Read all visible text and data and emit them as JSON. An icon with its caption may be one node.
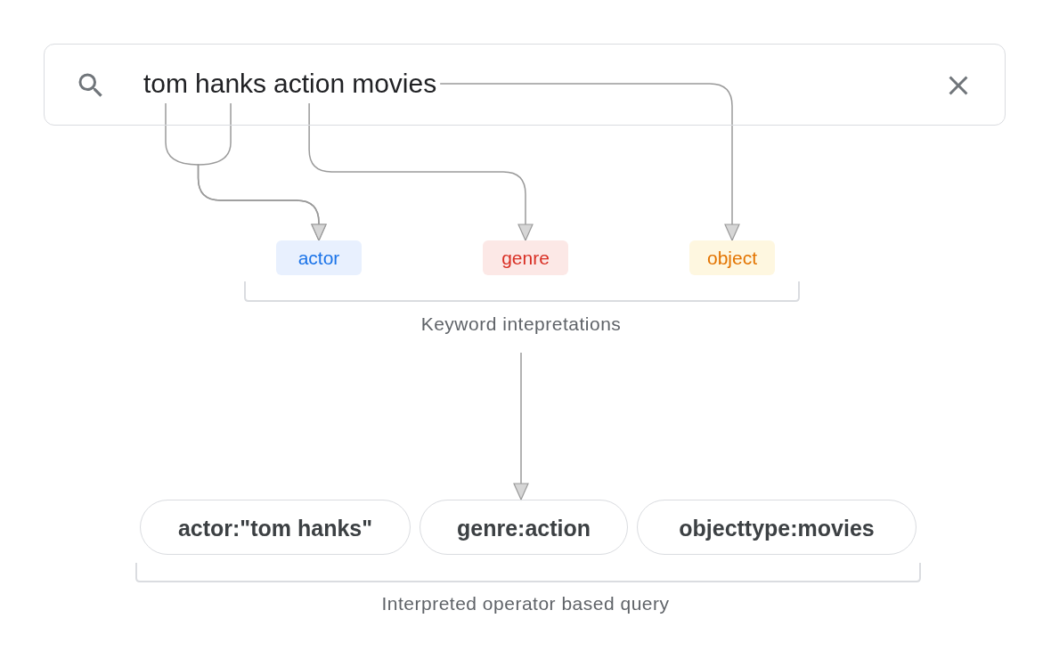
{
  "diagram": {
    "nodes": [
      {
        "text": [],
        "shape": "box"
      },
      {
        "text": [
          "tom"
        ],
        "in": 0
      },
      {
        "text": [
          "hanks"
        ],
        "in": 0
      },
      {
        "text": [
          "action"
        ],
        "in": 0
      },
      {
        "text": [
          "movies"
        ],
        "in": 0
      },
      {
        "text": [
          "actor"
        ]
      },
      {
        "text": [
          "genre"
        ]
      },
      {
        "text": [
          "object"
        ]
      },
      {
        "text": [
          "Keyword intepretations"
        ]
      },
      {
        "text": [
          "actor:\"tom hanks\""
        ]
      },
      {
        "text": [
          "genre:action"
        ]
      },
      {
        "text": [
          "objecttype:movies"
        ]
      }
    ],
    "edges": [
      {
        "from": 1,
        "to": 5,
        "arrow": "to"
      },
      {
        "from": 2,
        "to": 5,
        "arrow": "to"
      },
      {
        "from": 3,
        "to": 6,
        "arrow": "to"
      },
      {
        "from": 4,
        "to": 7,
        "arrow": "to"
      },
      {
        "from": 8,
        "to": 10,
        "arrow": "to"
      }
    ],
    "labels": [
      "Interpreted operator based query"
    ]
  }
}
